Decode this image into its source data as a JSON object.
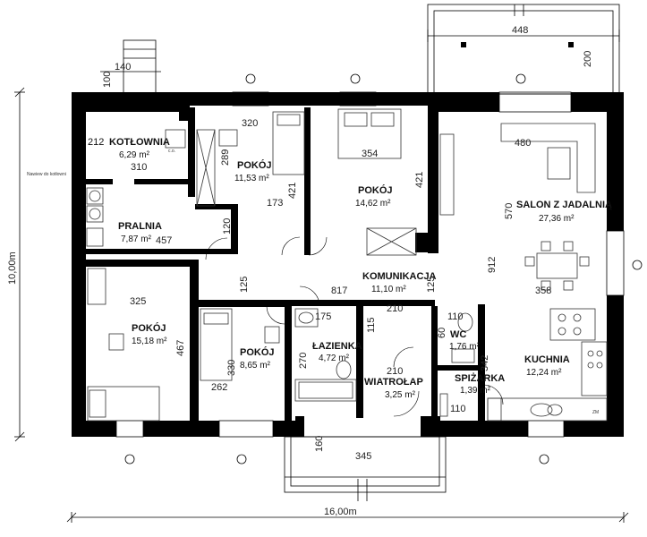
{
  "rooms": {
    "kotlownia": {
      "name": "KOTŁOWNIA",
      "area": "6,29 m²"
    },
    "pralnia": {
      "name": "PRALNIA",
      "area": "7,87 m²"
    },
    "pokoj1": {
      "name": "POKÓJ",
      "area": "11,53 m²"
    },
    "pokoj2": {
      "name": "POKÓJ",
      "area": "14,62 m²"
    },
    "salon": {
      "name": "SALON Z JADALNIĄ",
      "area": "27,36 m²"
    },
    "komunikacja": {
      "name": "KOMUNIKACJA",
      "area": "11,10 m²"
    },
    "pokoj3": {
      "name": "POKÓJ",
      "area": "15,18 m²"
    },
    "pokoj4": {
      "name": "POKÓJ",
      "area": "8,65 m²"
    },
    "lazienka": {
      "name": "ŁAZIENKA",
      "area": "4,72 m²"
    },
    "wiatrolap": {
      "name": "WIATROŁAP",
      "area": "3,25 m²"
    },
    "wc": {
      "name": "WC",
      "area": "1,76 m²"
    },
    "spizarka": {
      "name": "SPIŻARKA",
      "area": "1,39 m²"
    },
    "kuchnia": {
      "name": "KUCHNIA",
      "area": "12,24 m²"
    }
  },
  "dims": {
    "d448": "448",
    "d200": "200",
    "d140": "140",
    "d100": "100",
    "d320": "320",
    "d212": "212",
    "d310": "310",
    "d289": "289",
    "d173": "173",
    "d421a": "421",
    "d354": "354",
    "d421b": "421",
    "d480": "480",
    "d570": "570",
    "d358": "358",
    "d912": "912",
    "d457": "457",
    "d120": "120",
    "d125a": "125",
    "d125b": "125",
    "d817": "817",
    "d325": "325",
    "d467": "467",
    "d175": "175",
    "d210a": "210",
    "d110a": "110",
    "d115": "115",
    "d330": "330",
    "d262": "262",
    "d270": "270",
    "d210b": "210",
    "d60": "60",
    "d110b": "110",
    "d342": "342",
    "d160": "160",
    "d345": "345",
    "total_w": "16,00m",
    "total_h": "10,00m"
  },
  "notes": {
    "kotlownia_note": "Nawiew do kotłowni",
    "co": "c.o.",
    "zm": "ZM"
  }
}
